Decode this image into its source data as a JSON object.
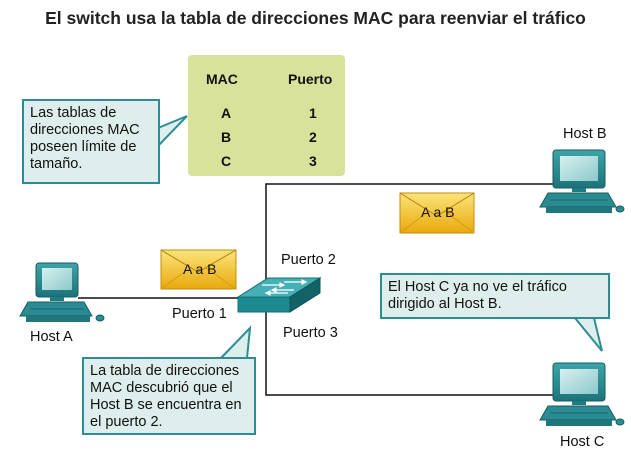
{
  "title": "El switch usa la tabla de direcciones MAC para reenviar el tráfico",
  "mac_table": {
    "headers": [
      "MAC",
      "Puerto"
    ],
    "rows": [
      {
        "mac": "A",
        "port": "1"
      },
      {
        "mac": "B",
        "port": "2"
      },
      {
        "mac": "C",
        "port": "3"
      }
    ]
  },
  "callouts": {
    "table_limit": [
      "Las tablas de",
      "direcciones MAC",
      "poseen límite de",
      "tamaño."
    ],
    "learned": [
      "La tabla de direcciones",
      "MAC descubrió que el",
      "Host B se encuentra en",
      "el puerto 2."
    ],
    "host_c": [
      "El Host C ya no ve el tráfico",
      "dirigido al Host B."
    ]
  },
  "hosts": {
    "a": "Host A",
    "b": "Host B",
    "c": "Host C"
  },
  "ports": {
    "p1": "Puerto 1",
    "p2": "Puerto 2",
    "p3": "Puerto 3"
  },
  "frames": {
    "frame1": "A a B",
    "frame2": "A a B"
  },
  "colors": {
    "callout_bg": "#ddeeed",
    "callout_border": "#2e8c93",
    "table_bg": "#d9e29a",
    "switch": "#1f8f96",
    "envelope": "#f3c12f",
    "computer": "#2a8c92"
  }
}
